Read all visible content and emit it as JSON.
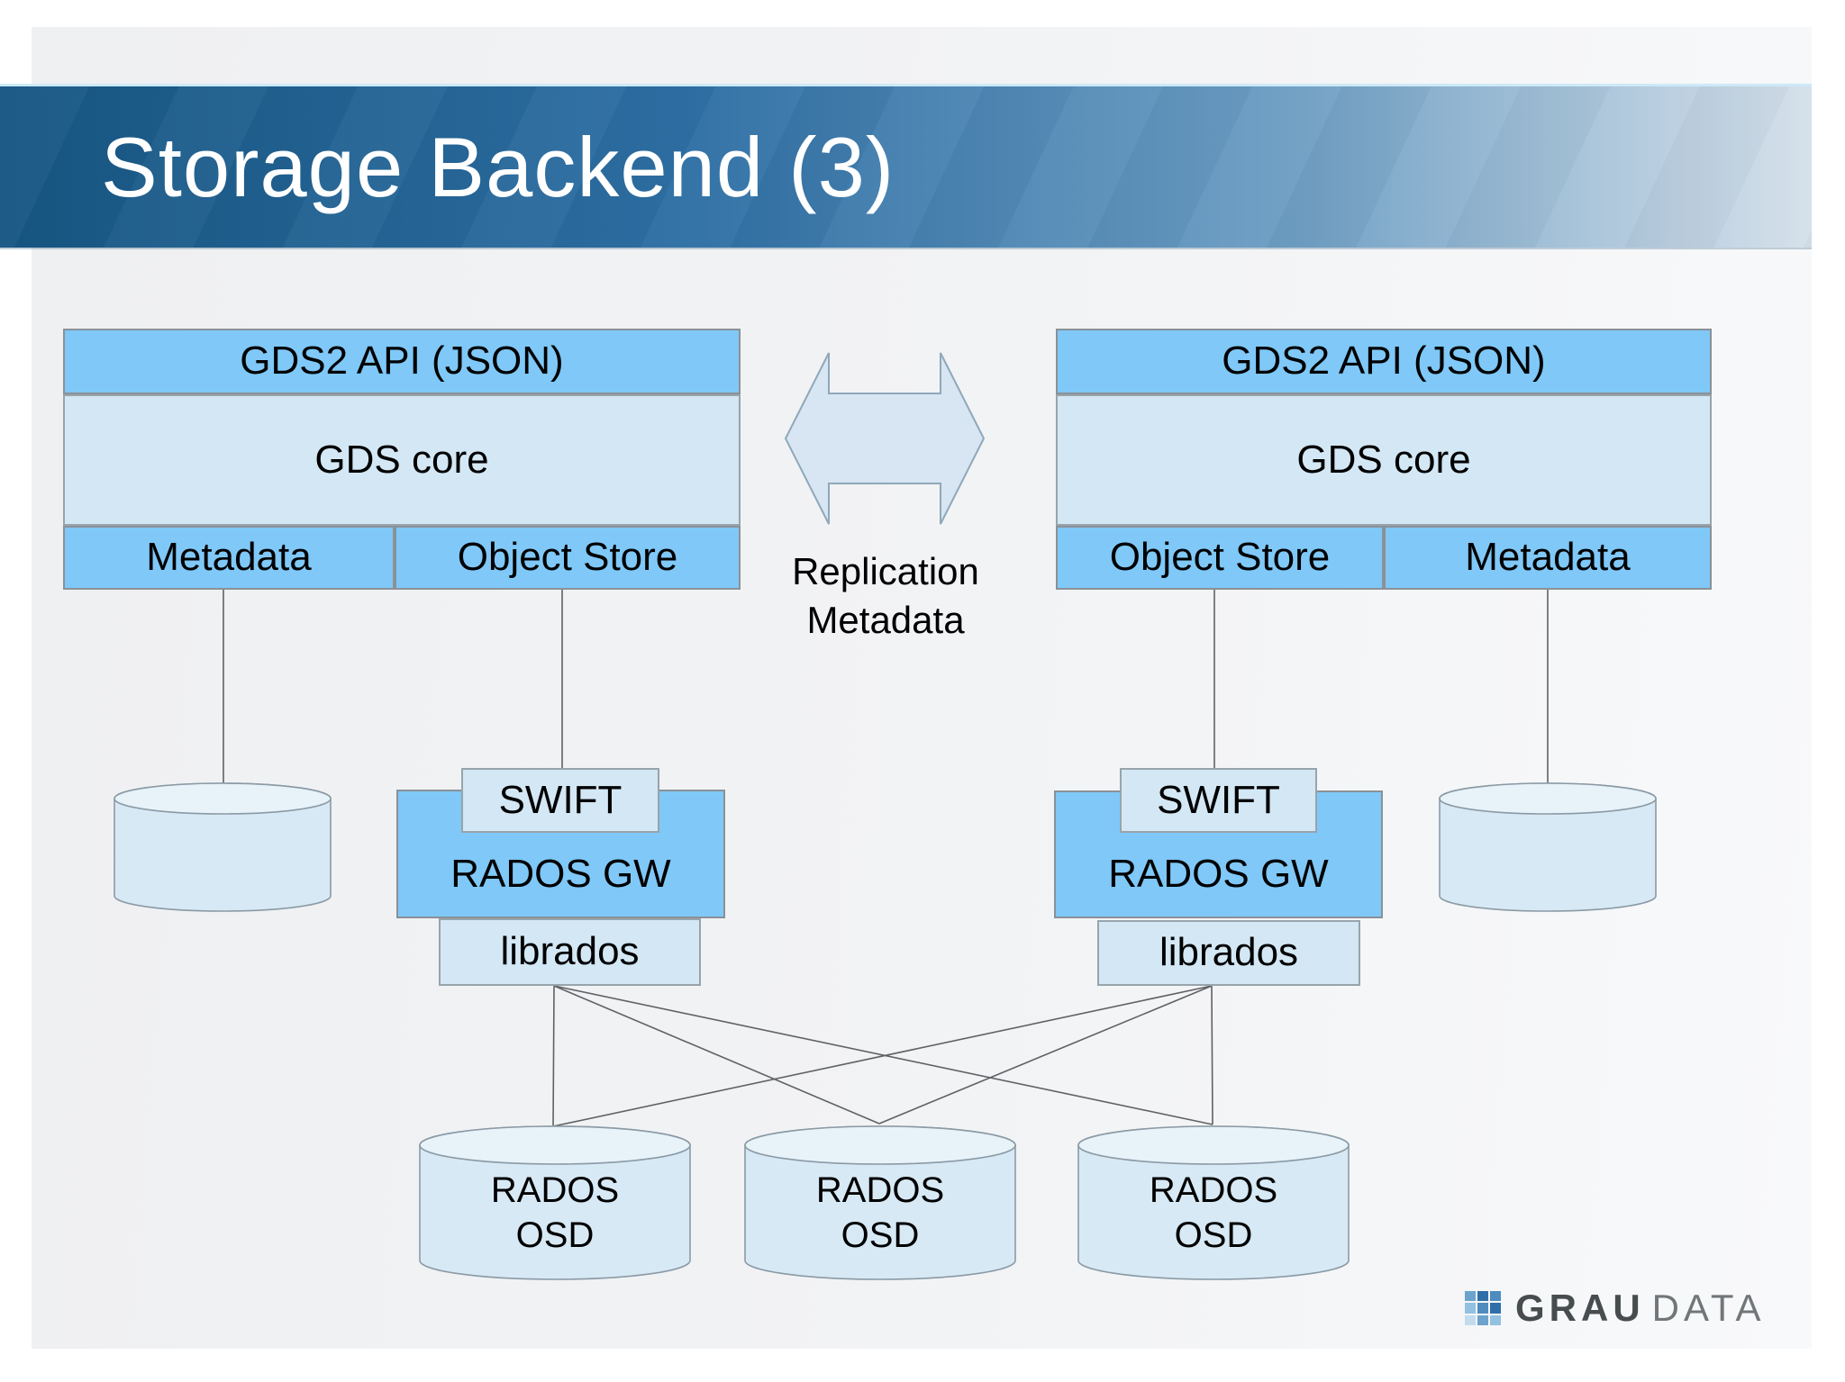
{
  "slide": {
    "title": "Storage Backend (3)"
  },
  "stacks": {
    "left": {
      "api": "GDS2 API (JSON)",
      "core": "GDS core",
      "cells": [
        "Metadata",
        "Object Store"
      ]
    },
    "right": {
      "api": "GDS2 API (JSON)",
      "core": "GDS core",
      "cells": [
        "Object Store",
        "Metadata"
      ]
    }
  },
  "replication": {
    "label": "Replication Metadata"
  },
  "gateways": {
    "left": {
      "swift": "SWIFT",
      "rados_gw": "RADOS GW",
      "librados": "librados"
    },
    "right": {
      "swift": "SWIFT",
      "rados_gw": "RADOS GW",
      "librados": "librados"
    }
  },
  "osd_nodes": [
    "RADOS OSD",
    "RADOS OSD",
    "RADOS OSD"
  ],
  "logo": {
    "bold": "GRAU",
    "light": "DATA",
    "icon": "grau-data-grid-icon"
  },
  "colors": {
    "banner_start": "#175683",
    "banner_end": "#d5e0ea",
    "box_blue": "#7fc8f8",
    "box_light": "#d3e7f4",
    "cylinder_body": "#d7e9f5",
    "cylinder_top": "#e7f2f9",
    "connector_line": "#5f6265",
    "title_text": "#ffffff",
    "label_text": "#000000"
  }
}
